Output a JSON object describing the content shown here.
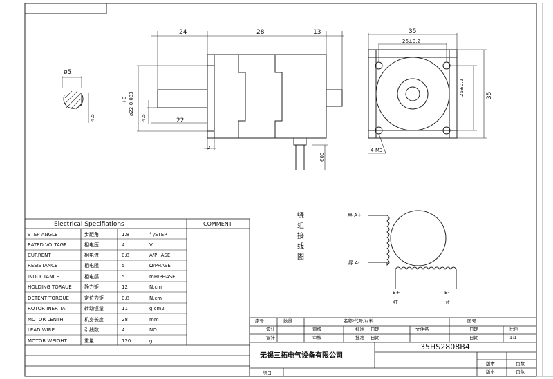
{
  "drawing": {
    "dims": {
      "d24": "24",
      "d28": "28",
      "d13": "13",
      "d35_top": "35",
      "d26_top": "26±0.2",
      "d35_right": "35",
      "d26_right": "26±0.2",
      "phi5": "ø5",
      "phi22": "ø22-0.033",
      "plus0": "+0",
      "d45a": "4.5",
      "d45b": "4.5",
      "d22": "22",
      "d2": "2",
      "d600": "600",
      "m3": "4-M3"
    }
  },
  "wiring": {
    "vertical_title": "绕组接线图",
    "a_plus": "黑 A+",
    "a_minus": "绿 A-",
    "b_plus": "B+",
    "b_plus_color": "红",
    "b_minus": "B-",
    "b_minus_color": "蓝"
  },
  "spec": {
    "title": "Electrical Specifiations",
    "comment_header": "COMMENT",
    "rows": [
      {
        "en": "STEP ANGLE",
        "cn": "步距角",
        "val": "1.8",
        "unit": "° /STEP"
      },
      {
        "en": "RATED VOLTAGE",
        "cn": "相电压",
        "val": "4",
        "unit": "V"
      },
      {
        "en": "CURRENT",
        "cn": "相电流",
        "val": "0.8",
        "unit": "A/PHASE"
      },
      {
        "en": "RESISTANCE",
        "cn": "相电阻",
        "val": "5",
        "unit": "Ω/PHASE"
      },
      {
        "en": "INDUCTANCE",
        "cn": "相电感",
        "val": "5",
        "unit": "mH/PHASE"
      },
      {
        "en": "HOLDING TORAUE",
        "cn": "静力矩",
        "val": "12",
        "unit": "N.cm"
      },
      {
        "en": "DETENT TORQUE",
        "cn": "定位力矩",
        "val": "0.8",
        "unit": "N.cm"
      },
      {
        "en": "ROTOR INERTIA",
        "cn": "转动惯量",
        "val": "11",
        "unit": "g.cm2"
      },
      {
        "en": "MOTOR LENTH",
        "cn": "机身长度",
        "val": "28",
        "unit": "mm"
      },
      {
        "en": "LEAD WIRE",
        "cn": "引线数",
        "val": "4",
        "unit": "NO"
      },
      {
        "en": "MOTOR WEIGHT",
        "cn": "重量",
        "val": "120",
        "unit": "g"
      }
    ]
  },
  "title_block": {
    "seq": "序号",
    "qty": "数量",
    "name": "名称/代号/材料",
    "drawing_no": "图号",
    "design": "设计",
    "review": "审核",
    "approve": "批准",
    "date": "日期",
    "filename": "文件名",
    "scale": "比例",
    "scale_val": "1:1",
    "company": "无锡三拓电气设备有限公司",
    "model": "35HS2808B4",
    "version": "版本",
    "pages": "页数",
    "project": "项目"
  }
}
